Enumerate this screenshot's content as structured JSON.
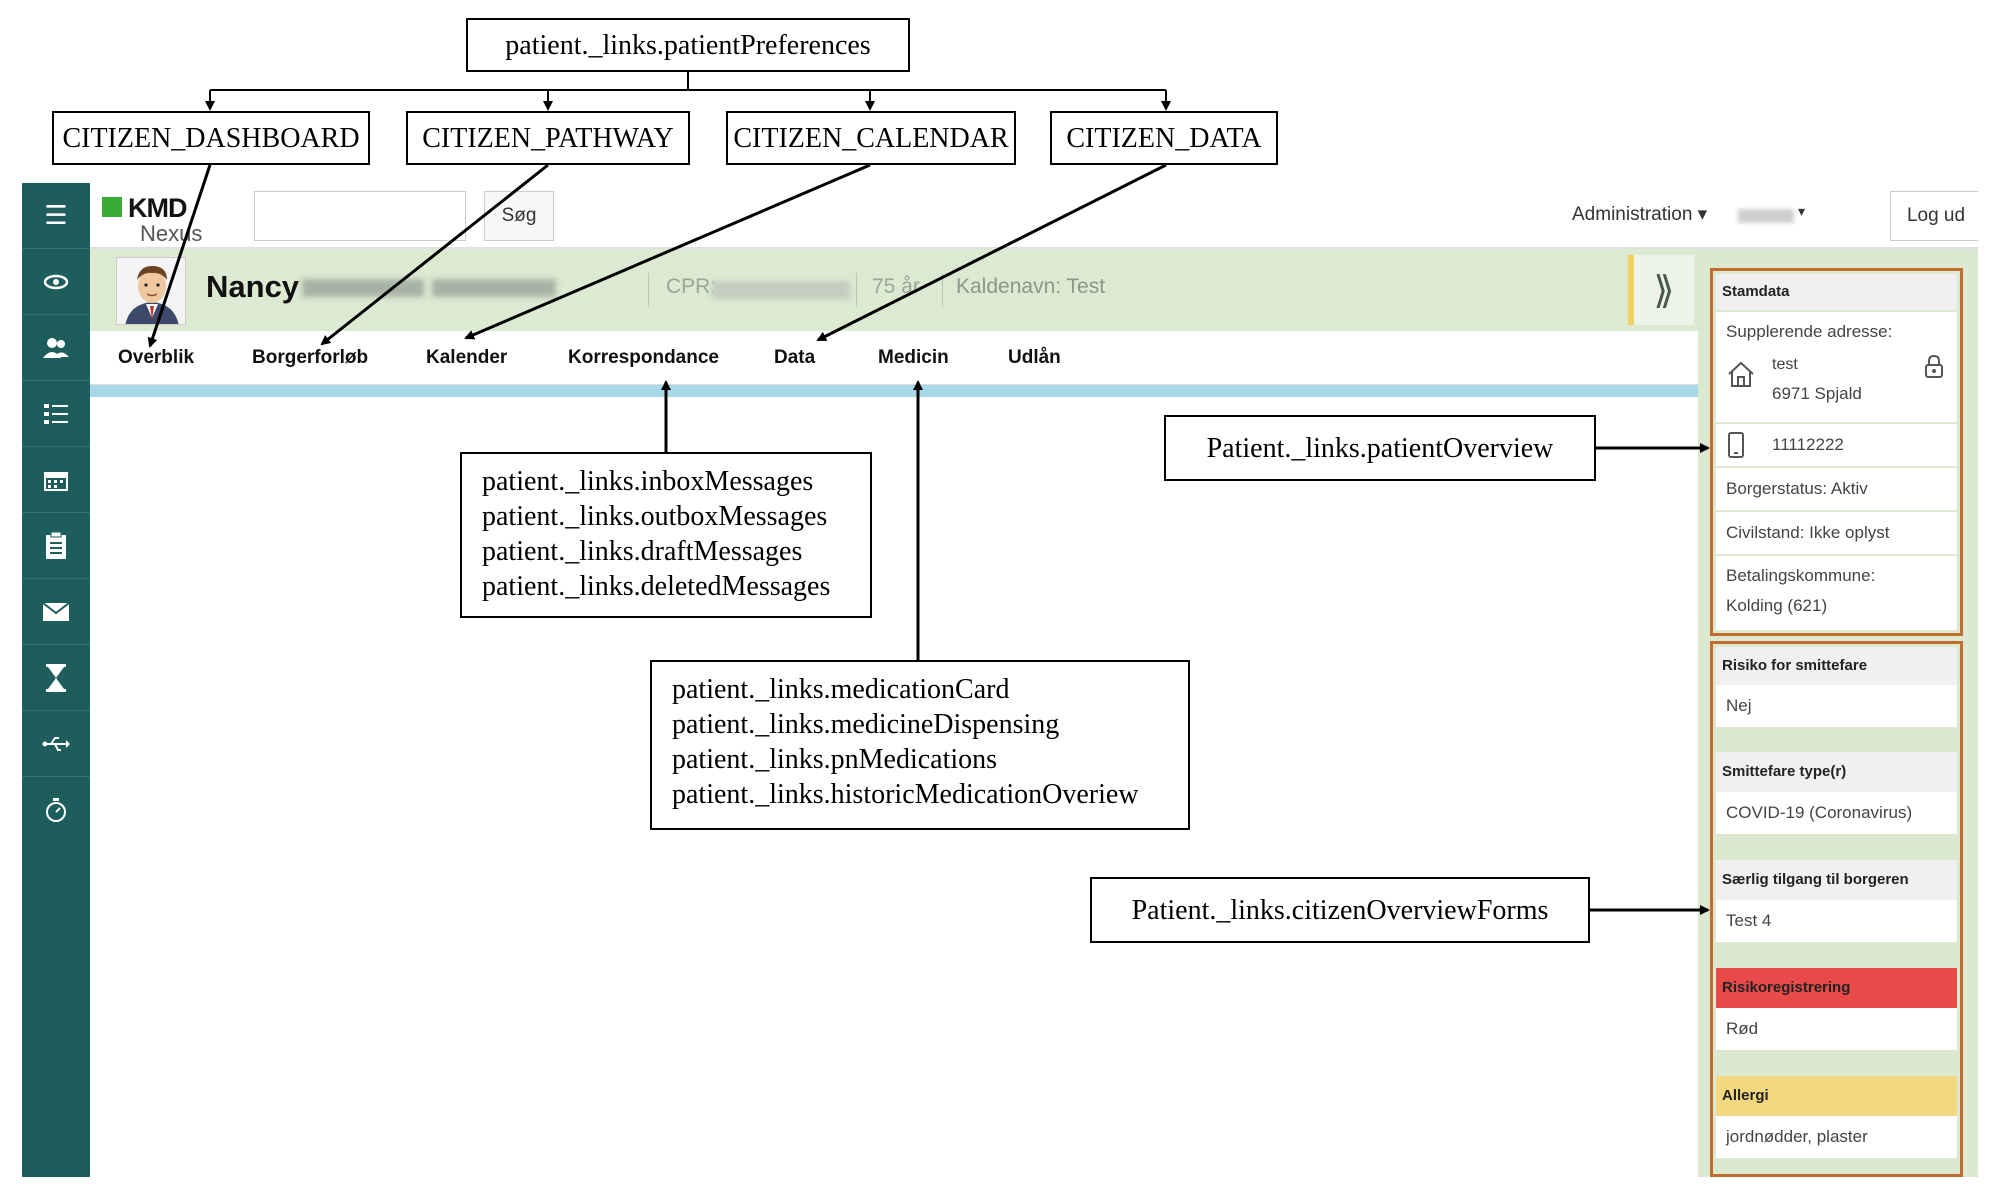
{
  "annotations": {
    "preferences": "patient._links.patientPreferences",
    "dashboard": "CITIZEN_DASHBOARD",
    "pathway": "CITIZEN_PATHWAY",
    "calendar": "CITIZEN_CALENDAR",
    "data": "CITIZEN_DATA",
    "messages": [
      "patient._links.inboxMessages",
      "patient._links.outboxMessages",
      "patient._links.draftMessages",
      "patient._links.deletedMessages"
    ],
    "medication": [
      "patient._links.medicationCard",
      "patient._links.medicineDispensing",
      "patient._links.pnMedications",
      "patient._links.historicMedicationOveriew"
    ],
    "overview": "Patient._links.patientOverview",
    "forms": "Patient._links.citizenOverviewForms"
  },
  "app": {
    "logo_kmd": "KMD",
    "logo_nexus": "Nexus",
    "search_placeholder": "",
    "search_button": "Søg",
    "admin_menu": "Administration ▾",
    "logout": "Log ud",
    "sidebar_icons": [
      "menu-icon",
      "eye-icon",
      "users-icon",
      "list-icon",
      "calendar-icon",
      "clipboard-icon",
      "mail-icon",
      "hourglass-icon",
      "usb-icon",
      "stopwatch-icon"
    ]
  },
  "patient": {
    "first_name": "Nancy",
    "cpr_label": "CPR:",
    "age": "75 år",
    "nickname": "Kaldenavn: Test",
    "expand": "⟫"
  },
  "tabs": [
    "Overblik",
    "Borgerforløb",
    "Kalender",
    "Korrespondance",
    "Data",
    "Medicin",
    "Udlån"
  ],
  "stamdata": {
    "header": "Stamdata",
    "address_label": "Supplerende adresse:",
    "address_line1": "test",
    "address_line2": "6971 Spjald",
    "phone": "11112222",
    "status": "Borgerstatus: Aktiv",
    "civil": "Civilstand: Ikke oplyst",
    "payment_label": "Betalingskommune:",
    "payment_value": "Kolding (621)"
  },
  "forms": {
    "infection_header": "Risiko for smittefare",
    "infection_value": "Nej",
    "type_header": "Smittefare type(r)",
    "type_value": "COVID-19 (Coronavirus)",
    "access_header": "Særlig tilgang til borgeren",
    "access_value": "Test 4",
    "risk_header": "Risikoregistrering",
    "risk_value": "Rød",
    "allergy_header": "Allergi",
    "allergy_value": "jordnødder, plaster"
  }
}
